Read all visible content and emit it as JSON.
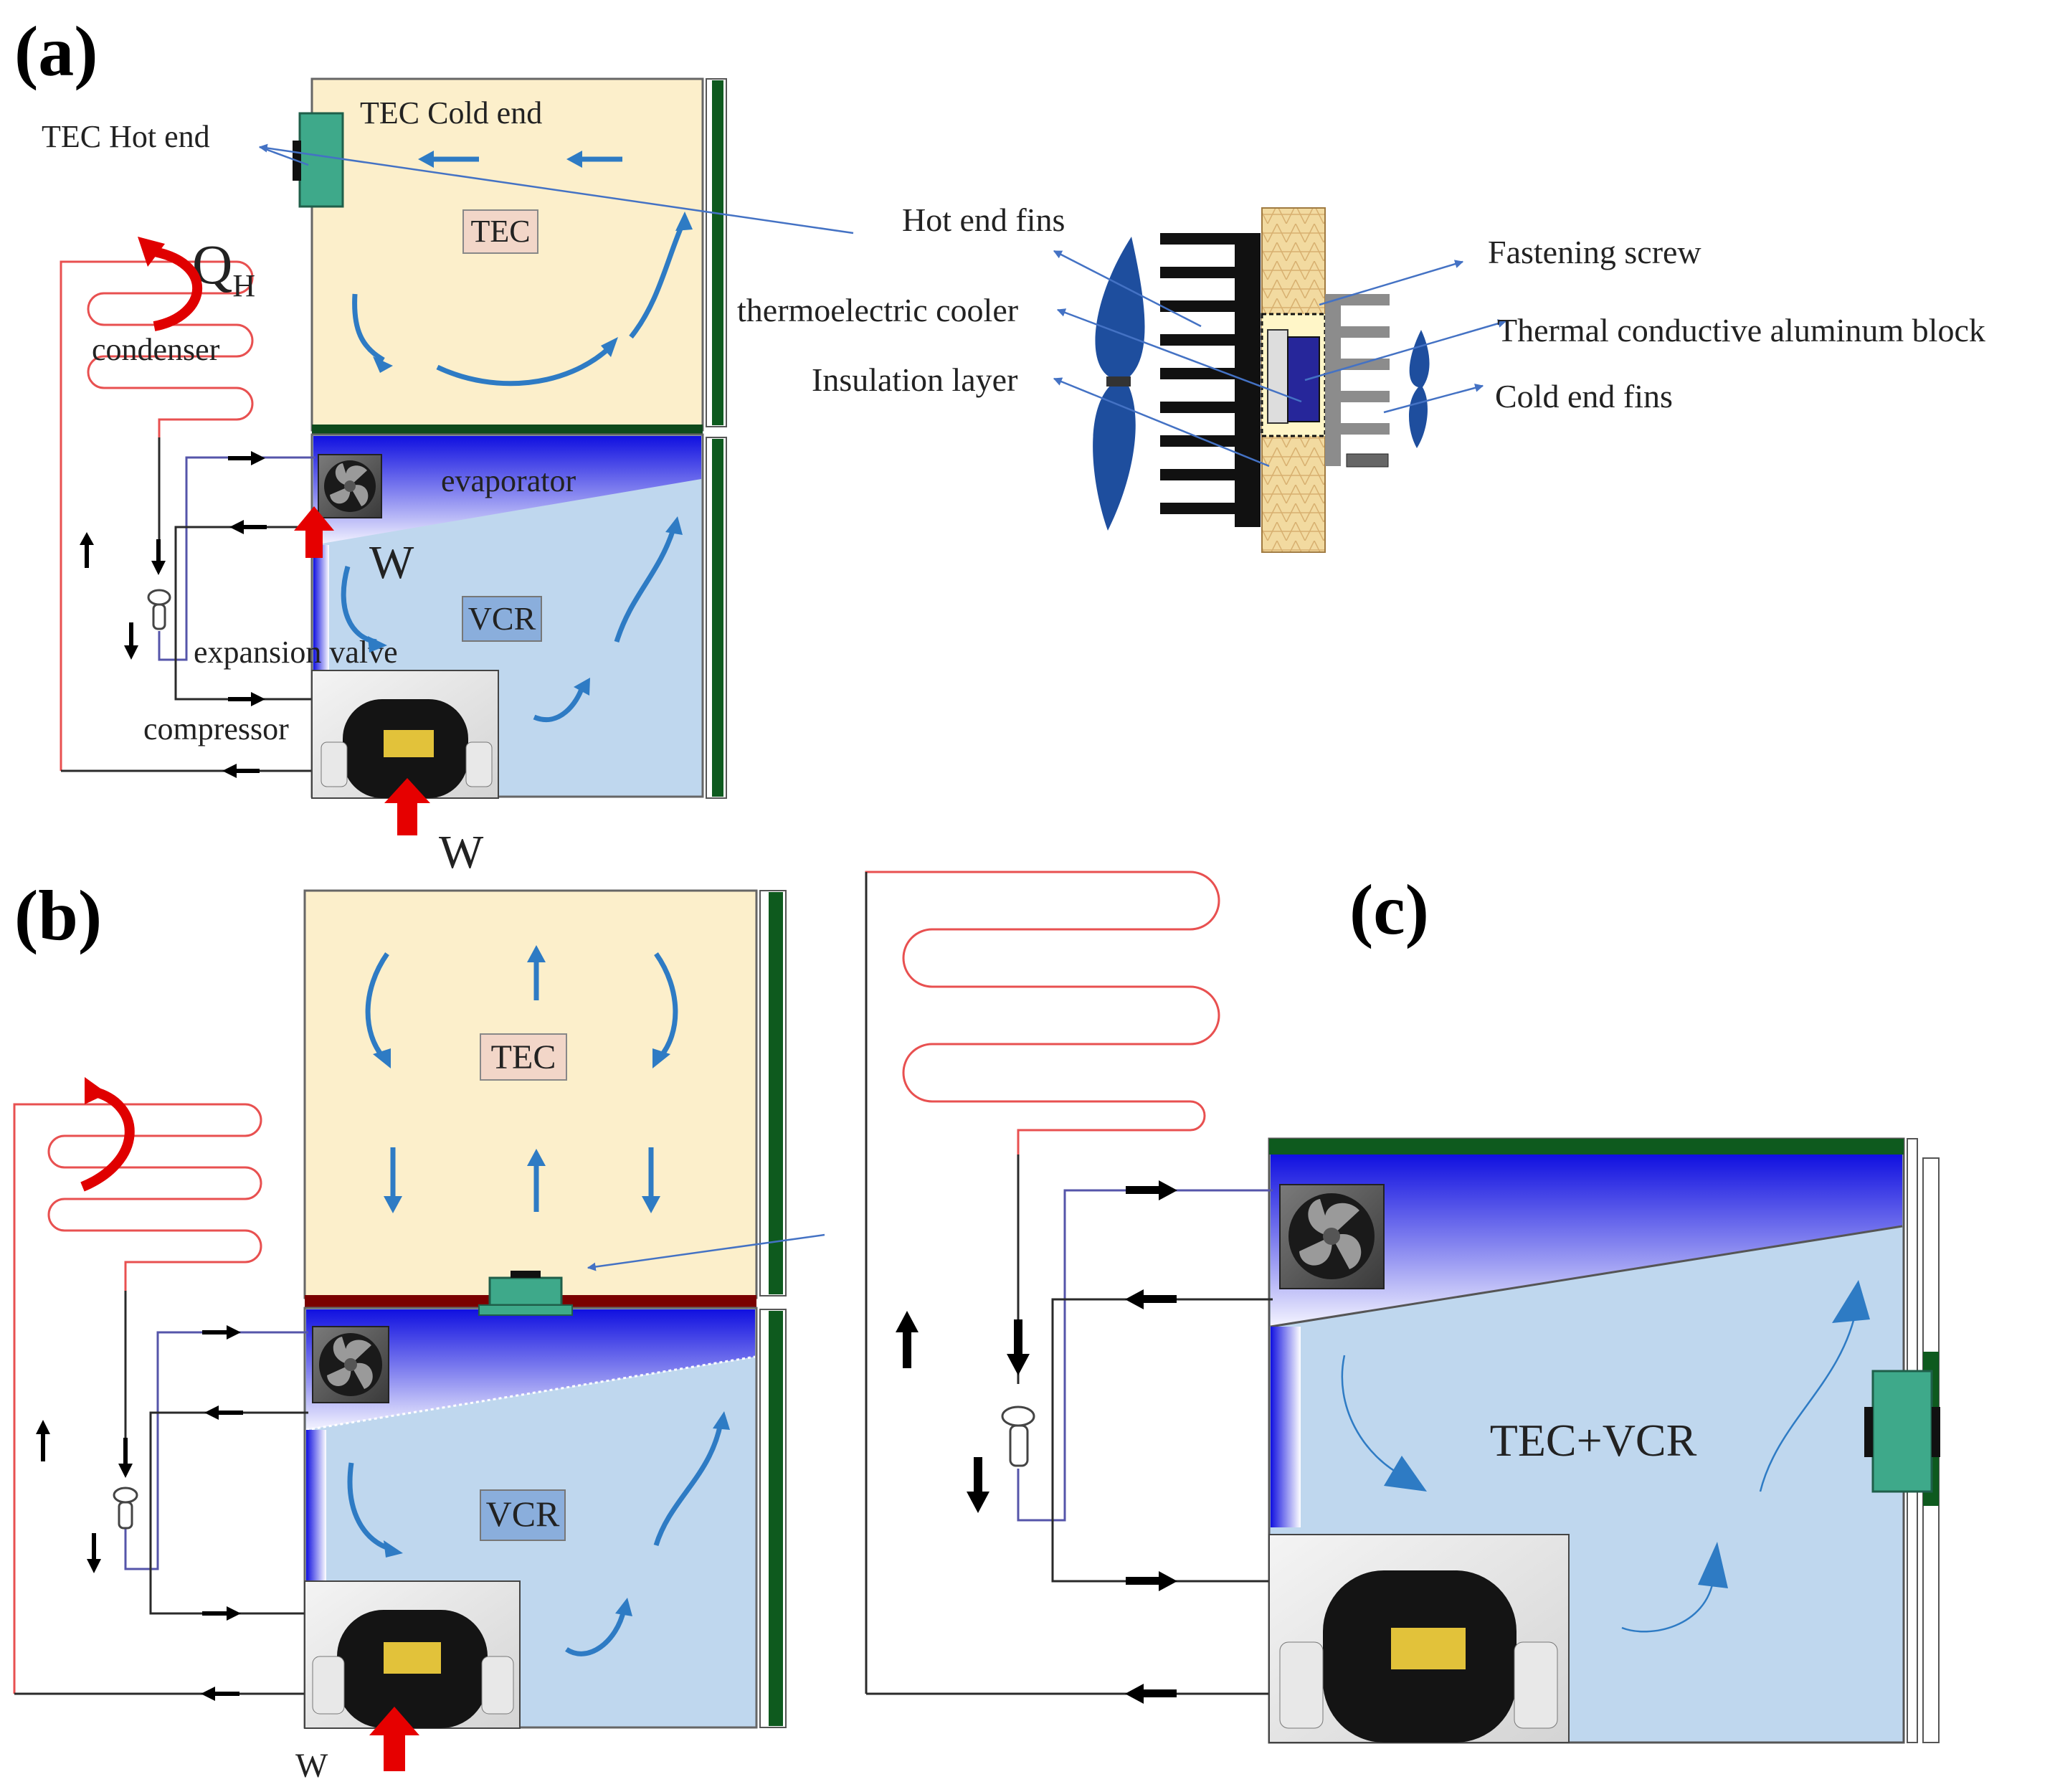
{
  "panels": {
    "a": "(a)",
    "b": "(b)",
    "c": "(c)"
  },
  "labels": {
    "tec_hot_end": "TEC  Hot end",
    "tec_cold_end": "TEC Cold end",
    "tec": "TEC",
    "q_main": "Q",
    "q_sub": "H",
    "condenser": "condenser",
    "evaporator": "evaporator",
    "w": "W",
    "vcr": "VCR",
    "expansion_valve": "expansion valve",
    "compressor": "compressor",
    "tec_vcr": "TEC+VCR"
  },
  "tec_detail": {
    "hot_end_fins": "Hot end fins",
    "thermoelectric_cooler": "thermoelectric cooler",
    "insulation_layer": "Insulation layer",
    "fastening_screw": "Fastening screw",
    "aluminum_block": "Thermal conductive aluminum block",
    "cold_end_fins": "Cold end fins"
  },
  "colors": {
    "tec_chamber": "#FCEFCB",
    "vcr_chamber": "#BFD7EE",
    "evaporator_dark": "#1414E6",
    "door_strip": "#0E5A1E",
    "tec_module": "#3EA98A",
    "condenser_coil": "#E85050",
    "heat_arrow": "#E60000",
    "flow_arrow": "#2E7BC4",
    "pipe_dark": "#2A2A2A",
    "pipe_blue": "#5555AA",
    "insulation": "#F2DAA0",
    "aluminum": "#8C8C8C",
    "tec_chip": "#26269A"
  }
}
